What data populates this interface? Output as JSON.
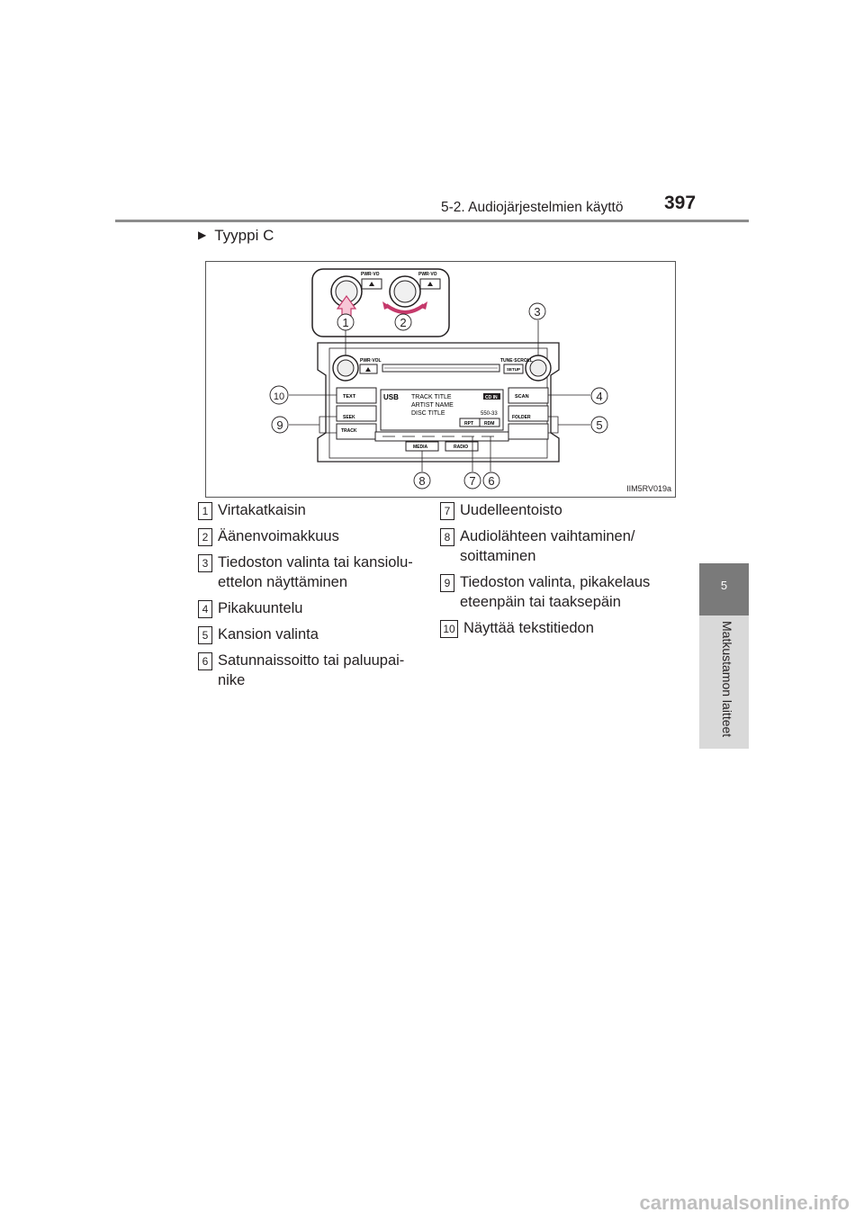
{
  "header": {
    "section": "5-2. Audiojärjestelmien käyttö",
    "page_number": "397"
  },
  "side_tab": {
    "number": "5",
    "label": "Matkustamon laitteet"
  },
  "subheading": "Tyyppi C",
  "figure": {
    "code": "IIM5RV019a",
    "unit_labels": {
      "pwr_vo_left": "PWR·VO",
      "pwr_vo_right": "PWR·VO",
      "pwr_vol": "PWR·VOL",
      "tune_scroll": "TUNE·SCROLL",
      "setup": "SETUP",
      "text": "TEXT",
      "seek": "SEEK",
      "track": "TRACK",
      "scan": "SCAN",
      "folder": "FOLDER",
      "media": "MEDIA",
      "radio": "RADIO"
    },
    "display": {
      "source": "USB",
      "track_title": "TRACK TITLE",
      "artist_name": "ARTIST NAME",
      "disc_title": "DISC TITLE",
      "cd_in": "CD IN",
      "time": "550-33",
      "rpt": "RPT",
      "rdm": "RDM"
    },
    "callouts": [
      "1",
      "2",
      "3",
      "4",
      "5",
      "6",
      "7",
      "8",
      "9",
      "10"
    ]
  },
  "legend_left": [
    {
      "num": "1",
      "text": "Virtakatkaisin"
    },
    {
      "num": "2",
      "text": "Äänenvoimakkuus"
    },
    {
      "num": "3",
      "text": "Tiedoston valinta tai kansiolu-ettelon näyttäminen"
    },
    {
      "num": "4",
      "text": "Pikakuuntelu"
    },
    {
      "num": "5",
      "text": "Kansion valinta"
    },
    {
      "num": "6",
      "text": "Satunnaissoitto tai paluupai-nike"
    }
  ],
  "legend_right": [
    {
      "num": "7",
      "text": "Uudelleentoisto"
    },
    {
      "num": "8",
      "text": "Audiolähteen vaihtaminen/ soittaminen"
    },
    {
      "num": "9",
      "text": "Tiedoston valinta, pikakelaus eteenpäin tai taaksepäin"
    },
    {
      "num": "10",
      "text": "Näyttää tekstitiedon"
    }
  ],
  "watermark": "carmanualsonline.info"
}
